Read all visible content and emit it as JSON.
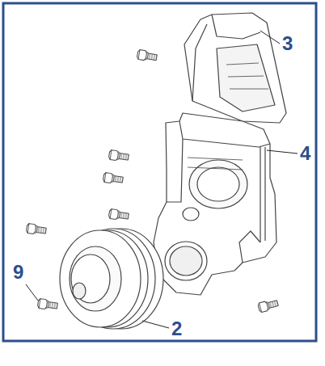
{
  "diagram": {
    "labels": [
      "3",
      "4",
      "9",
      "2"
    ]
  }
}
